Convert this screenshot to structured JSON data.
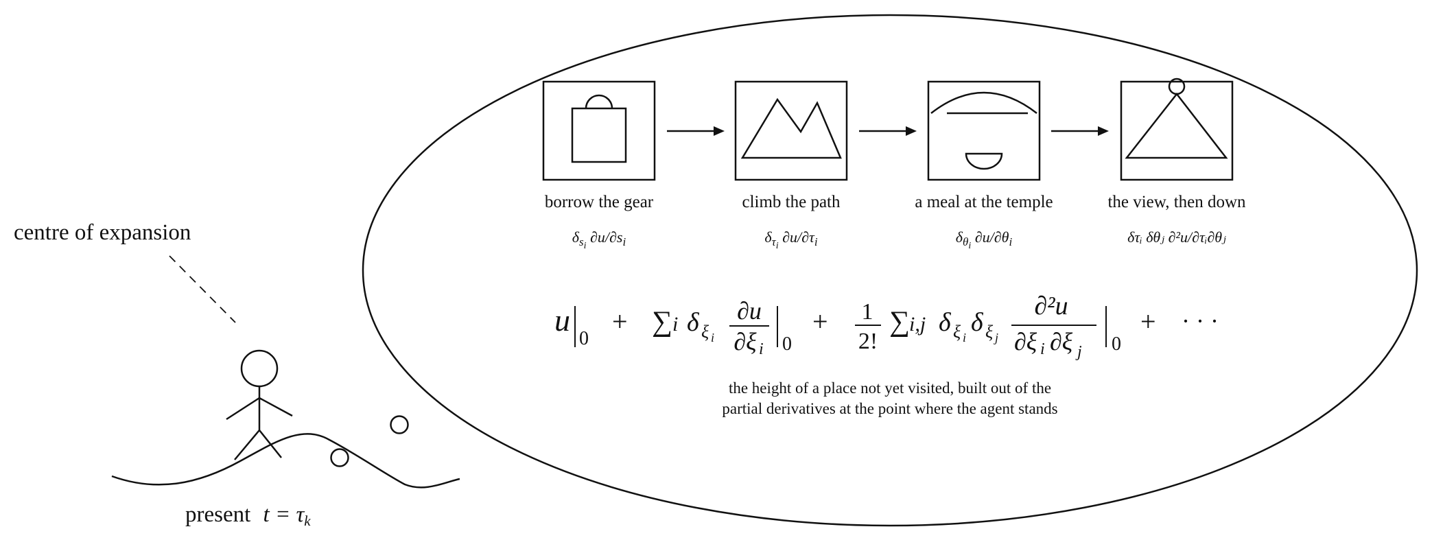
{
  "left": {
    "centre_label": "centre of expansion",
    "present_label": "present",
    "present_eq": "t = τ",
    "present_sub": "k"
  },
  "steps": [
    {
      "label": "borrow the gear",
      "icon": "bag-icon",
      "term_pre": "δ",
      "term_sub": "s",
      "term_subsub": "i",
      "term_post": " ∂u/∂s",
      "term_post_sub": "i"
    },
    {
      "label": "climb the path",
      "icon": "mountain-icon",
      "term_pre": "δ",
      "term_sub": "τ",
      "term_subsub": "i",
      "term_post": " ∂u/∂τ",
      "term_post_sub": "i"
    },
    {
      "label": "a meal at the temple",
      "icon": "meal-icon",
      "term_pre": "δ",
      "term_sub": "θ",
      "term_subsub": "i",
      "term_post": " ∂u/∂θ",
      "term_post_sub": "i"
    },
    {
      "label": "the view, then down",
      "icon": "summit-icon",
      "term_full": "δτᵢ δθⱼ ∂²u/∂τᵢ∂θⱼ"
    }
  ],
  "formula": {
    "u": "u",
    "zero": "0",
    "plus": "+",
    "sum_i": "∑",
    "sum_i_sub": "i",
    "delta": "δ",
    "xi": "ξ",
    "i": "i",
    "d_u": "∂u",
    "d_xi": "∂ξ",
    "half_num": "1",
    "half_den": "2!",
    "sum_ij_sub": "i,j",
    "j": "j",
    "d2u": "∂²u",
    "d2den": "∂ξ",
    "dots": "· · ·"
  },
  "caption": {
    "line1": "the height of a place not yet visited, built out of the",
    "line2": "partial derivatives at the point where the agent stands"
  }
}
